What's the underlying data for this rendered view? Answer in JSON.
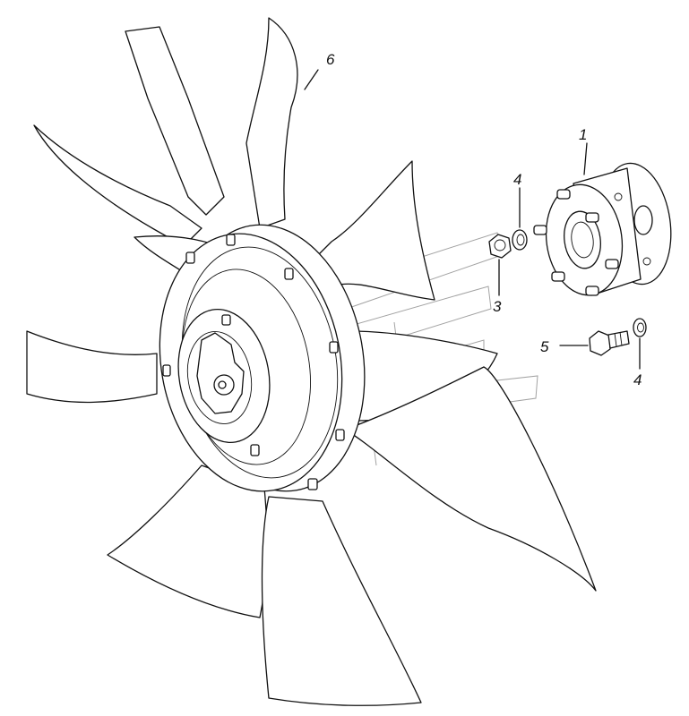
{
  "callouts": {
    "c1": "1",
    "c3": "3",
    "c4a": "4",
    "c4b": "4",
    "c5": "5",
    "c6": "6"
  }
}
